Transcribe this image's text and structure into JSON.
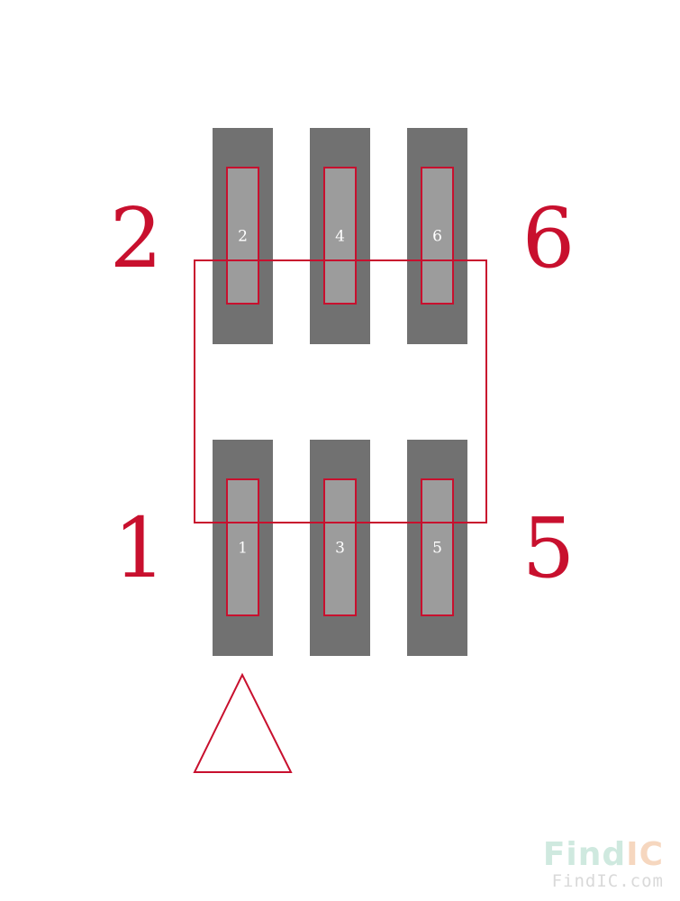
{
  "colors": {
    "pad_outer": "#717171",
    "pad_inner": "#9c9c9c",
    "outline": "#c8102e",
    "pad_label": "#ffffff",
    "pin_number": "#c8102e"
  },
  "pin_numbers": {
    "top_left": "2",
    "top_right": "6",
    "bottom_left": "1",
    "bottom_right": "5"
  },
  "pads": [
    {
      "label": "2",
      "row": "top",
      "col": 0
    },
    {
      "label": "4",
      "row": "top",
      "col": 1
    },
    {
      "label": "6",
      "row": "top",
      "col": 2
    },
    {
      "label": "1",
      "row": "bottom",
      "col": 0
    },
    {
      "label": "3",
      "row": "bottom",
      "col": 1
    },
    {
      "label": "5",
      "row": "bottom",
      "col": 2
    }
  ],
  "watermark": {
    "logo_find": "Find",
    "logo_ic": "IC",
    "url": "FindIC.com"
  }
}
